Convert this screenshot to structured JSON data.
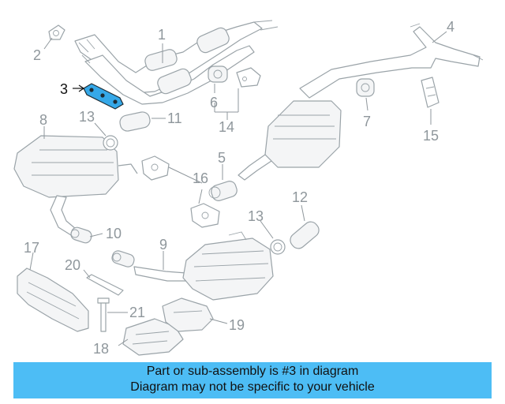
{
  "diagram": {
    "callouts": [
      {
        "id": "c1",
        "label": "1"
      },
      {
        "id": "c2",
        "label": "2"
      },
      {
        "id": "c3",
        "label": "3"
      },
      {
        "id": "c4",
        "label": "4"
      },
      {
        "id": "c5",
        "label": "5"
      },
      {
        "id": "c6",
        "label": "6"
      },
      {
        "id": "c7",
        "label": "7"
      },
      {
        "id": "c8",
        "label": "8"
      },
      {
        "id": "c9",
        "label": "9"
      },
      {
        "id": "c10",
        "label": "10"
      },
      {
        "id": "c11",
        "label": "11"
      },
      {
        "id": "c12",
        "label": "12"
      },
      {
        "id": "c13a",
        "label": "13"
      },
      {
        "id": "c13b",
        "label": "13"
      },
      {
        "id": "c14",
        "label": "14"
      },
      {
        "id": "c15",
        "label": "15"
      },
      {
        "id": "c16",
        "label": "16"
      },
      {
        "id": "c17",
        "label": "17"
      },
      {
        "id": "c18",
        "label": "18"
      },
      {
        "id": "c19",
        "label": "19"
      },
      {
        "id": "c20",
        "label": "20"
      },
      {
        "id": "c21",
        "label": "21"
      }
    ],
    "highlighted_part": "3",
    "colors": {
      "highlight_part": "#35a8e8",
      "banner_background": "#4dbdf5",
      "line_art": "#9aa3a8"
    }
  },
  "banner": {
    "line1": "Part or sub-assembly is #3 in diagram",
    "line2": "Diagram may not be specific to your vehicle"
  }
}
